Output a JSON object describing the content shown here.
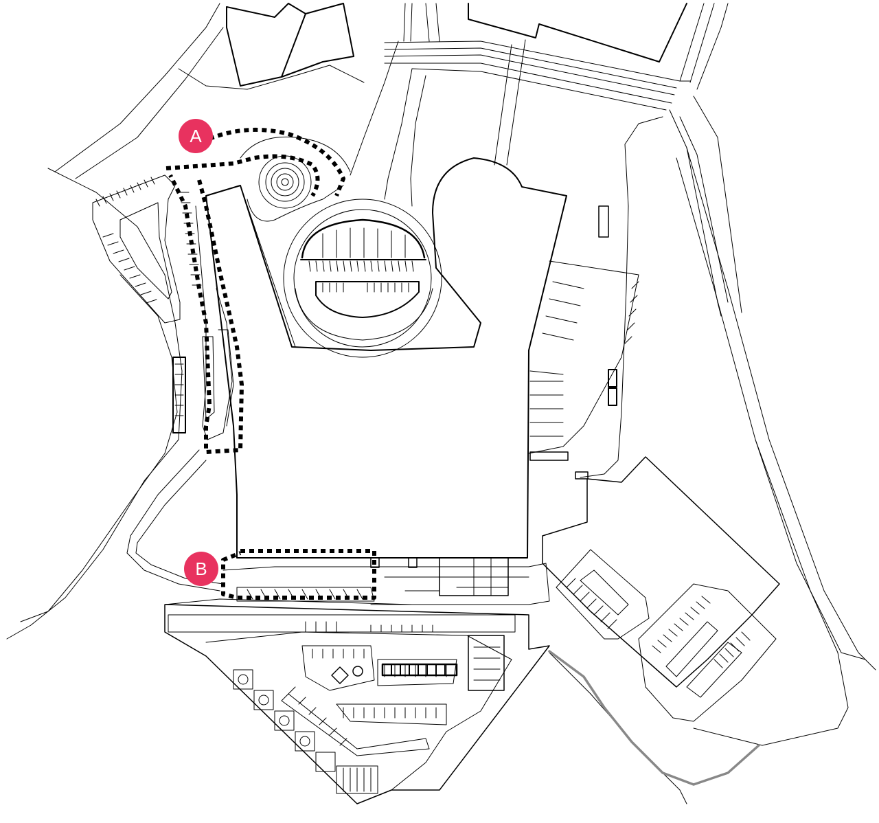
{
  "markers": [
    {
      "id": "A",
      "label": "A"
    },
    {
      "id": "B",
      "label": "B"
    }
  ],
  "colors": {
    "marker_fill": "#e8325f",
    "marker_text": "#ffffff",
    "linework": "#000000",
    "boundary_dots": "#000000",
    "grey_path": "#888888"
  }
}
